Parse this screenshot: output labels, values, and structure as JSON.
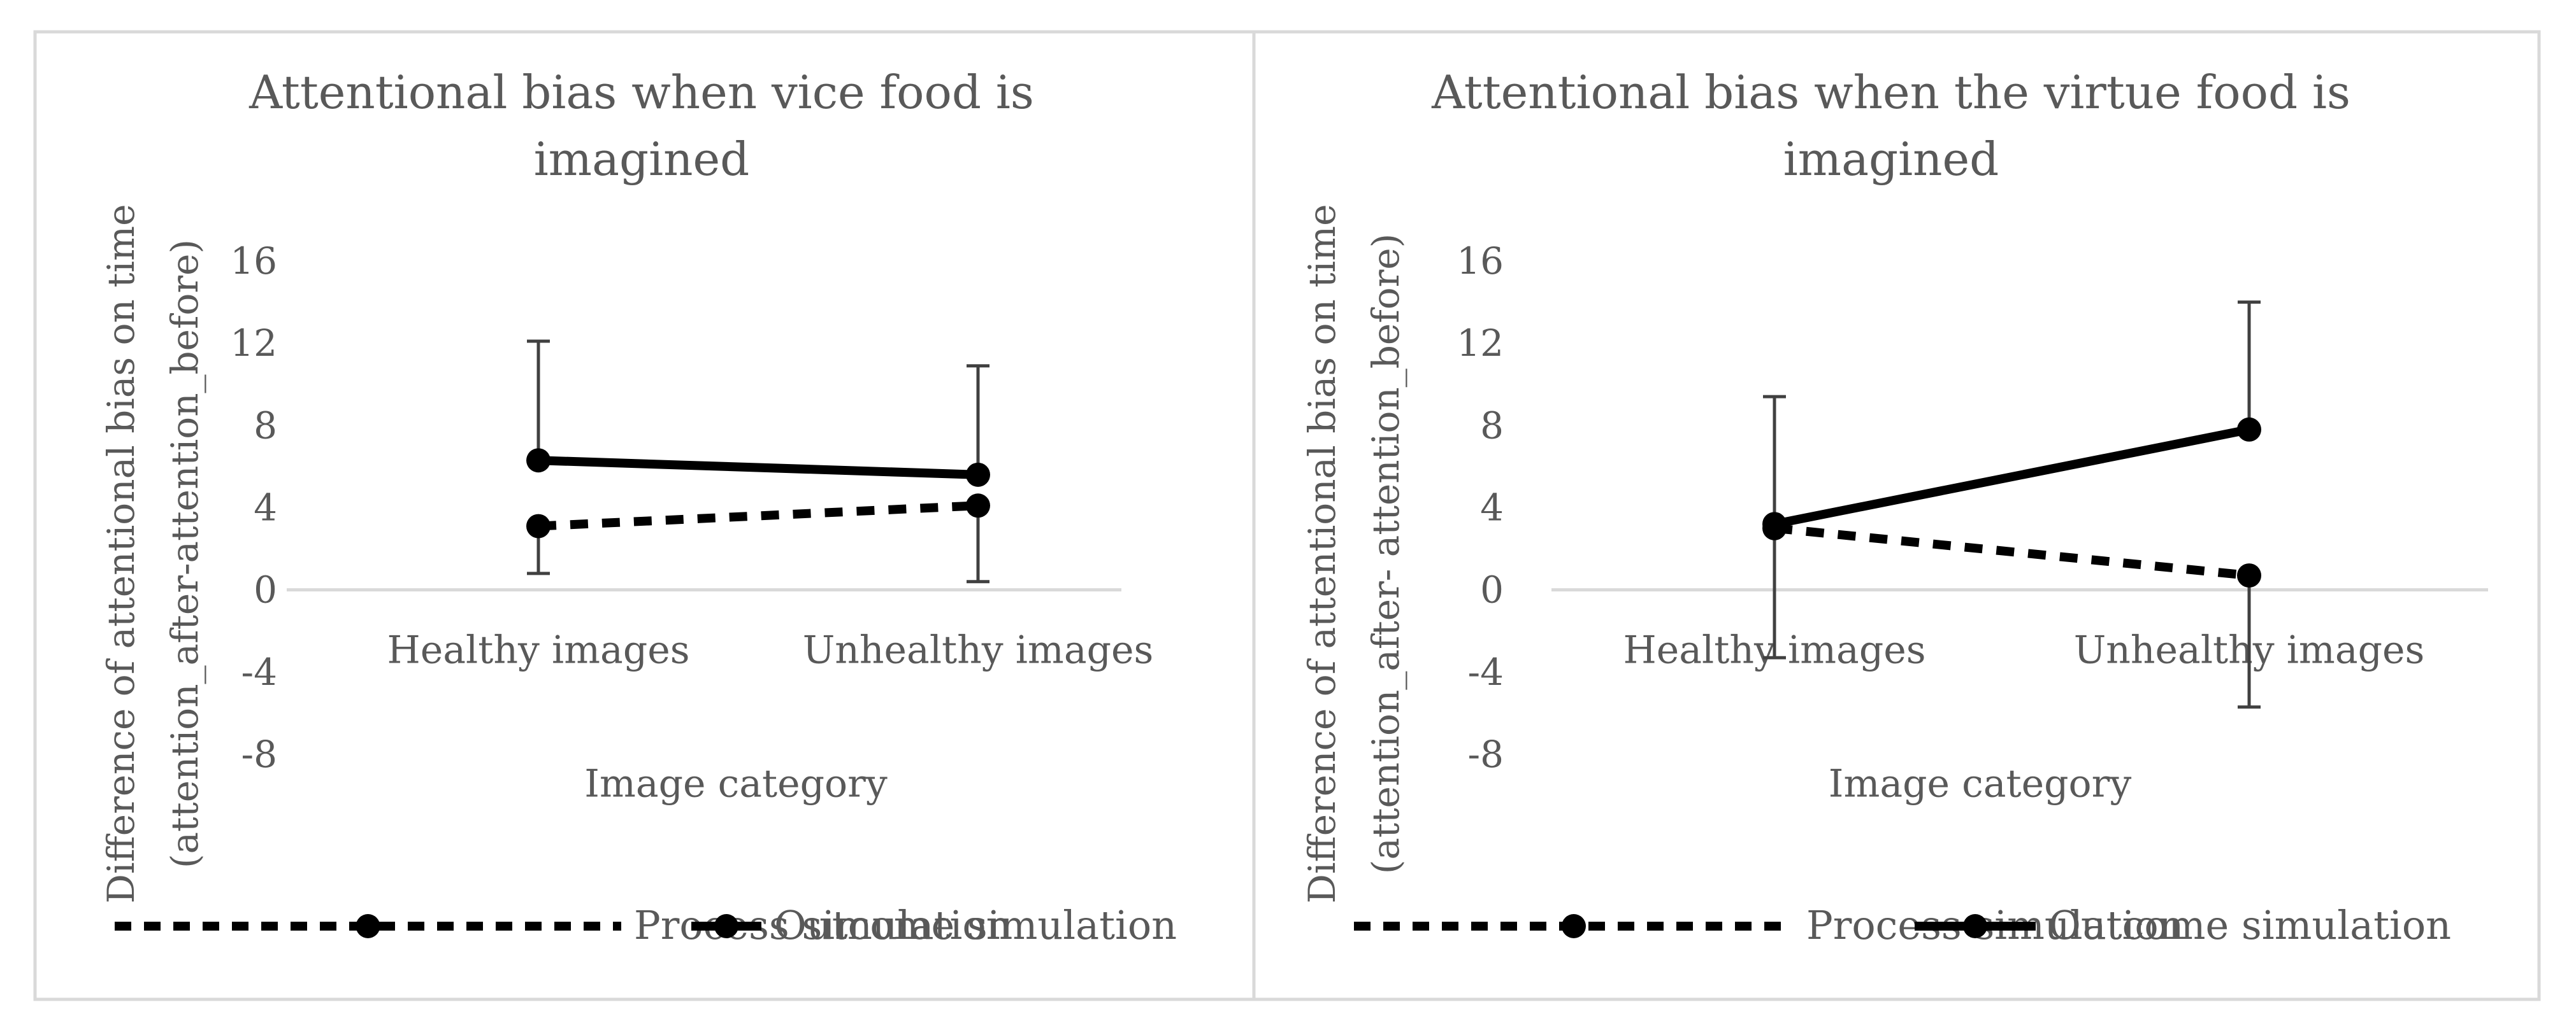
{
  "chart_data": [
    {
      "type": "line",
      "title": "Attentional bias when vice food is imagined",
      "title_lines": [
        "Attentional bias when vice food is",
        "imagined"
      ],
      "xlabel": "Image category",
      "ylabel": "Difference of attentional bias on time (attention_after-attention_before)",
      "ylabel_lines": [
        "Difference of attentional bias on time",
        "(attention_after-attention_before)"
      ],
      "categories": [
        "Healthy images",
        "Unhealthy images"
      ],
      "yticks": [
        "16",
        "12",
        "8",
        "4",
        "0",
        "-4",
        "-8"
      ],
      "ylim": [
        -8,
        16
      ],
      "grid": false,
      "legend_position": "bottom",
      "series": [
        {
          "name": "Process simulation",
          "style": "dashed",
          "values": [
            3.1,
            4.1
          ],
          "err_low": [
            0.8,
            0.4
          ],
          "err_high": null
        },
        {
          "name": "Outcome simulation",
          "style": "solid",
          "values": [
            6.3,
            5.6
          ],
          "err_low": null,
          "err_high": [
            12.1,
            10.9
          ]
        }
      ]
    },
    {
      "type": "line",
      "title": "Attentional bias when the virtue food is imagined",
      "title_lines": [
        "Attentional bias when the virtue food is",
        "imagined"
      ],
      "xlabel": "Image category",
      "ylabel": "Difference of attentional bias on time (attention_after- attention_before)",
      "ylabel_lines": [
        "Difference of attentional bias  on time",
        "(attention_after- attention_before)"
      ],
      "categories": [
        "Healthy images",
        "Unhealthy images"
      ],
      "yticks": [
        "16",
        "12",
        "8",
        "4",
        "0",
        "-4",
        "-8"
      ],
      "ylim": [
        -8,
        16
      ],
      "grid": false,
      "legend_position": "bottom",
      "series": [
        {
          "name": "Process simulation",
          "style": "dashed",
          "values": [
            3.0,
            0.7
          ],
          "err_low": [
            -3.3,
            -5.7
          ],
          "err_high": null
        },
        {
          "name": "Outcome simulation",
          "style": "solid",
          "values": [
            3.2,
            7.8
          ],
          "err_low": null,
          "err_high": [
            9.4,
            14.0
          ]
        }
      ]
    }
  ],
  "colors": {
    "line": "#000000",
    "errorbar": "#404040",
    "axis": "#d9d9d9",
    "text": "#595959",
    "border": "#d9d9d9"
  }
}
